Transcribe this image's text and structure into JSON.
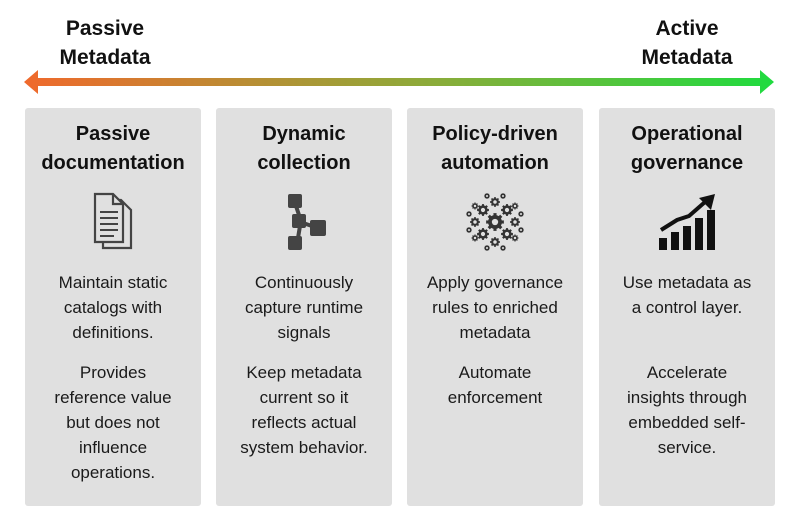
{
  "header": {
    "left_label": "Passive\nMetadata",
    "right_label": "Active\nMetadata"
  },
  "colors": {
    "arrow_start": "#f0692c",
    "arrow_end": "#1fdb3f",
    "card_background": "#e0e0e0"
  },
  "cards": [
    {
      "title": "Passive\ndocumentation",
      "icon": "documents-icon",
      "text1": "Maintain static\ncatalogs with\ndefinitions.",
      "text2": "Provides\nreference value\nbut does not\ninfluence\noperations."
    },
    {
      "title": "Dynamic\ncollection",
      "icon": "workflow-nodes-icon",
      "text1": "Continuously\ncapture runtime\nsignals",
      "text2": "Keep metadata\ncurrent so it\nreflects actual\nsystem behavior."
    },
    {
      "title": "Policy-driven\nautomation",
      "icon": "gears-cluster-icon",
      "text1": "Apply governance\nrules to enriched\nmetadata",
      "text2": "Automate\nenforcement"
    },
    {
      "title": "Operational\ngovernance",
      "icon": "growth-chart-icon",
      "text1": "Use metadata as\na control layer.",
      "text2": "Accelerate\ninsights through\nembedded self-\nservice."
    }
  ]
}
